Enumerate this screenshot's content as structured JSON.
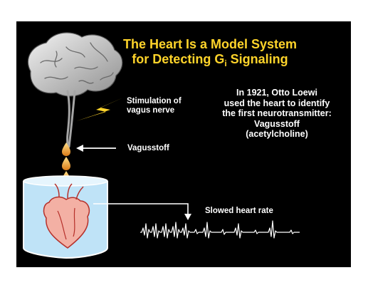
{
  "title": {
    "line1": "The Heart Is a Model System",
    "line2_main": "for Detecting G",
    "line2_sub": "i",
    "line2_end": " Signaling"
  },
  "labels": {
    "stimulation": "Stimulation of vagus nerve",
    "stimulation_line1": "Stimulation of",
    "stimulation_line2": "vagus nerve",
    "vagusstoff": "Vagusstoff",
    "slowed": "Slowed heart rate"
  },
  "info": {
    "line1": "In 1921, Otto Loewi",
    "line2": "used the heart to identify",
    "line3": "the first neurotransmitter:",
    "line4": "Vagusstoff",
    "line5": "(acetylcholine)"
  },
  "colors": {
    "background": "#000000",
    "title": "#ffd42a",
    "lightning": "#ffd42a",
    "drop": "#e89a2c",
    "water": "#bfe3f7",
    "heart": "#f3b0a4",
    "text": "#ffffff"
  },
  "icons": [
    "brain-icon",
    "lightning-bolt-icon",
    "drop-icon",
    "beaker-icon",
    "heart-icon",
    "ecg-trace-icon"
  ]
}
